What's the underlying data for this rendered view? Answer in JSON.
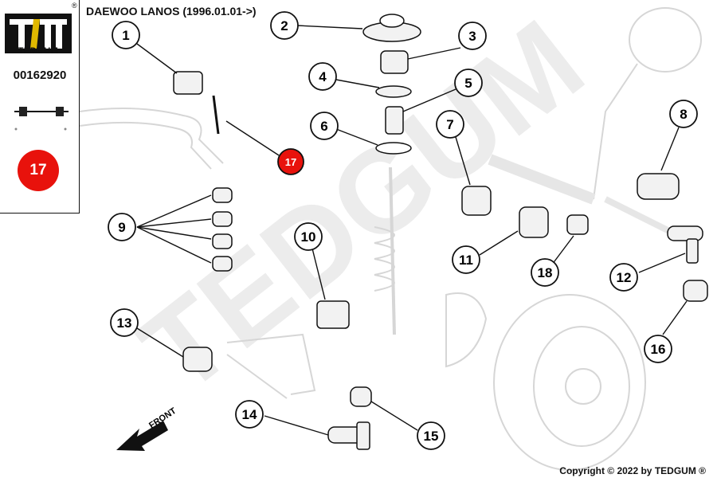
{
  "header": {
    "title": "DAEWOO LANOS (1996.01.01->)"
  },
  "brand": {
    "name": "TEDGUM",
    "registered": "®",
    "watermark": "TEDGUM"
  },
  "product": {
    "part_number": "00162920",
    "highlight_callout": "17"
  },
  "callouts": [
    "1",
    "2",
    "3",
    "4",
    "5",
    "6",
    "7",
    "8",
    "9",
    "10",
    "11",
    "12",
    "13",
    "14",
    "15",
    "16",
    "17",
    "18"
  ],
  "direction": {
    "label": "FRONT"
  },
  "footer": {
    "copyright": "Copyright © 2022 by TEDGUM ®"
  },
  "colors": {
    "highlight": "#e8120c",
    "ink": "#111111",
    "ghost": "#d6d6d6",
    "watermark": "#ececec"
  }
}
